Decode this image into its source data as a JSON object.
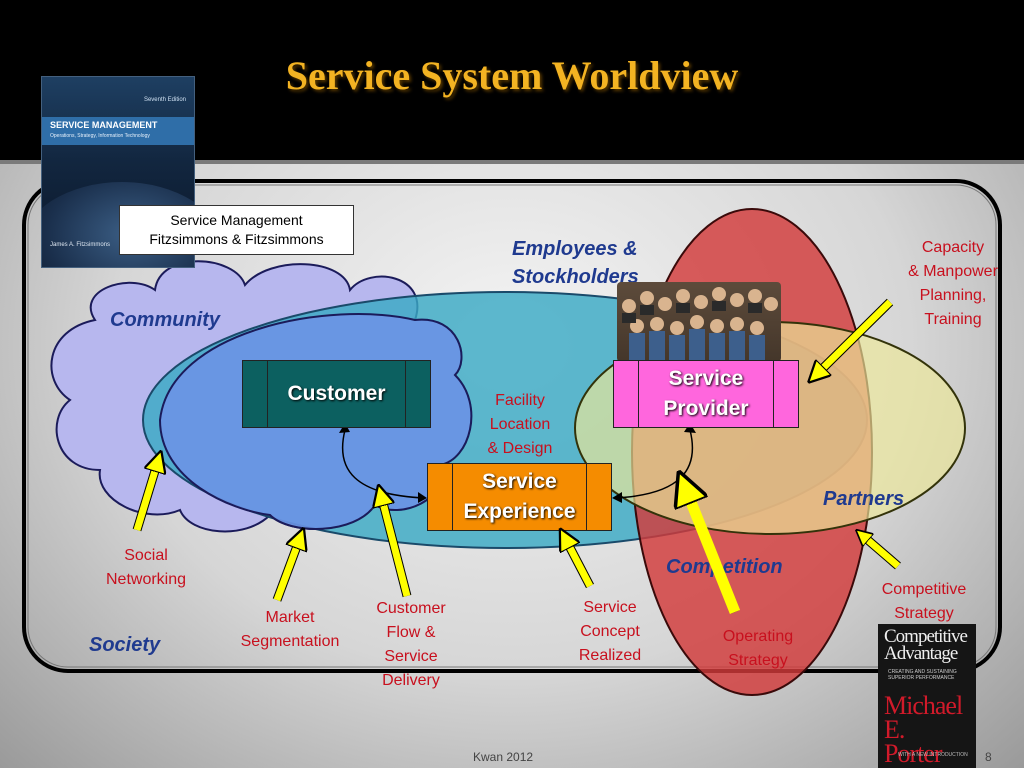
{
  "slide": {
    "title": "Service System Worldview",
    "footer_author": "Kwan  2012",
    "page_number": "8"
  },
  "reference_book": {
    "cover_edition": "Seventh Edition",
    "cover_title": "SERVICE MANAGEMENT",
    "cover_subtitle": "Operations, Strategy, Information Technology",
    "cover_author": "James A. Fitzsimmons",
    "caption_line1": "Service Management",
    "caption_line2": "Fitzsimmons & Fitzsimmons"
  },
  "porter_book": {
    "title_line1": "Competitive",
    "title_line2": "Advantage",
    "subtitle": "CREATING AND SUSTAINING SUPERIOR PERFORMANCE",
    "author_line1": "Michael E.",
    "author_line2": "Porter",
    "footer": "WITH A NEW INTRODUCTION"
  },
  "regions": {
    "community": "Community",
    "employees_line1": "Employees &",
    "employees_line2": "Stockholders",
    "partners": "Partners",
    "competition": "Competition",
    "society": "Society"
  },
  "boxes": {
    "customer": "Customer",
    "provider_line1": "Service",
    "provider_line2": "Provider",
    "experience_line1": "Service",
    "experience_line2": "Experience"
  },
  "annotations": {
    "facility": [
      "Facility",
      "Location",
      "& Design"
    ],
    "capacity": [
      "Capacity",
      "& Manpower",
      "Planning,",
      "Training"
    ],
    "social": [
      "Social",
      "Networking"
    ],
    "market": [
      "Market",
      "Segmentation"
    ],
    "customer_flow": [
      "Customer",
      "Flow &",
      "Service",
      "Delivery"
    ],
    "service_concept": [
      "Service",
      "Concept",
      "Realized"
    ],
    "operating": [
      "Operating",
      "Strategy"
    ],
    "competitive": [
      "Competitive",
      "Strategy"
    ]
  },
  "colors": {
    "title": "#f3b322",
    "region_label": "#1f3a8f",
    "annotation": "#c8101e",
    "customer_box": "#0c6060",
    "provider_box": "#ff66dd",
    "experience_box": "#f58c00",
    "arrow": "#ffff00"
  }
}
